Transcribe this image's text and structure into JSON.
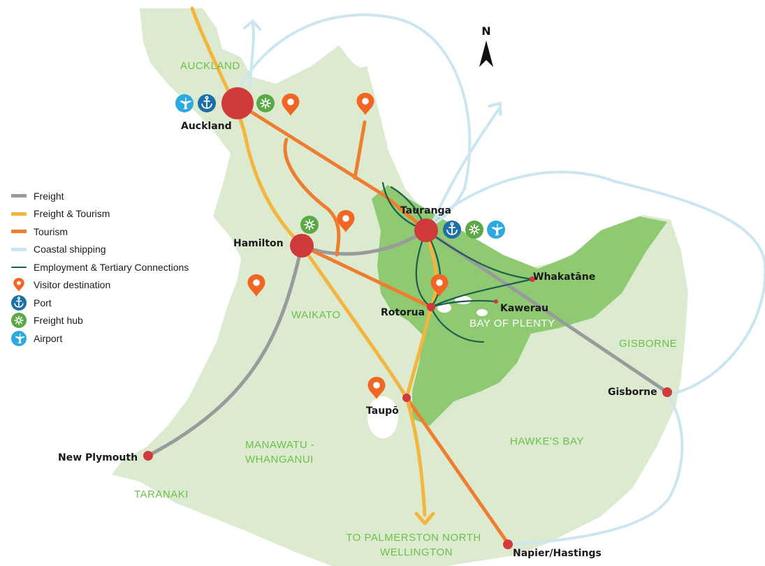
{
  "compass": {
    "label": "N"
  },
  "legend": {
    "items": [
      {
        "label": "Freight",
        "icon": "freight-line",
        "color": "#999a9c"
      },
      {
        "label": "Freight & Tourism",
        "icon": "freight-tourism-line",
        "color": "#f4b53f"
      },
      {
        "label": "Tourism",
        "icon": "tourism-line",
        "color": "#ee7d2f"
      },
      {
        "label": "Coastal shipping",
        "icon": "coastal-shipping-line",
        "color": "#cce6f1"
      },
      {
        "label": "Employment & Tertiary Connections",
        "icon": "employment-line",
        "color": "#1b5e4e"
      },
      {
        "label": "Visitor destination",
        "icon": "visitor-destination-icon",
        "color": "#f26522"
      },
      {
        "label": "Port",
        "icon": "anchor-icon",
        "color": "#1d6fa8"
      },
      {
        "label": "Freight hub",
        "icon": "freight-hub-icon",
        "color": "#5ba946"
      },
      {
        "label": "Airport",
        "icon": "airplane-icon",
        "color": "#2ba9e1"
      }
    ]
  },
  "regions": {
    "auckland": "AUCKLAND",
    "waikato": "WAIKATO",
    "bay_of_plenty": "BAY OF PLENTY",
    "gisborne": "GISBORNE",
    "hawkes_bay": "HAWKE'S BAY",
    "manawatu_line1": "MANAWATU -",
    "manawatu_line2": "WHANGANUI",
    "taranaki": "TARANAKI",
    "destination_line1": "TO PALMERSTON NORTH",
    "destination_line2": "WELLINGTON"
  },
  "cities": {
    "auckland": "Auckland",
    "tauranga": "Tauranga",
    "hamilton": "Hamilton",
    "rotorua": "Rotorua",
    "whakatane": "Whakatāne",
    "kawerau": "Kawerau",
    "gisborne": "Gisborne",
    "taupo": "Taupō",
    "new_plymouth": "New Plymouth",
    "napier_hastings": "Napier/Hastings"
  },
  "colors": {
    "land": "#dcebcf",
    "bay_of_plenty_region": "#8fc972",
    "region_label": "#6cbf4a",
    "city_marker": "#d03a3a",
    "freight": "#999a9c",
    "freight_tourism": "#f4b53f",
    "tourism": "#ee7d2f",
    "coastal_shipping": "#cce6f1",
    "employment": "#1b5e4e"
  }
}
